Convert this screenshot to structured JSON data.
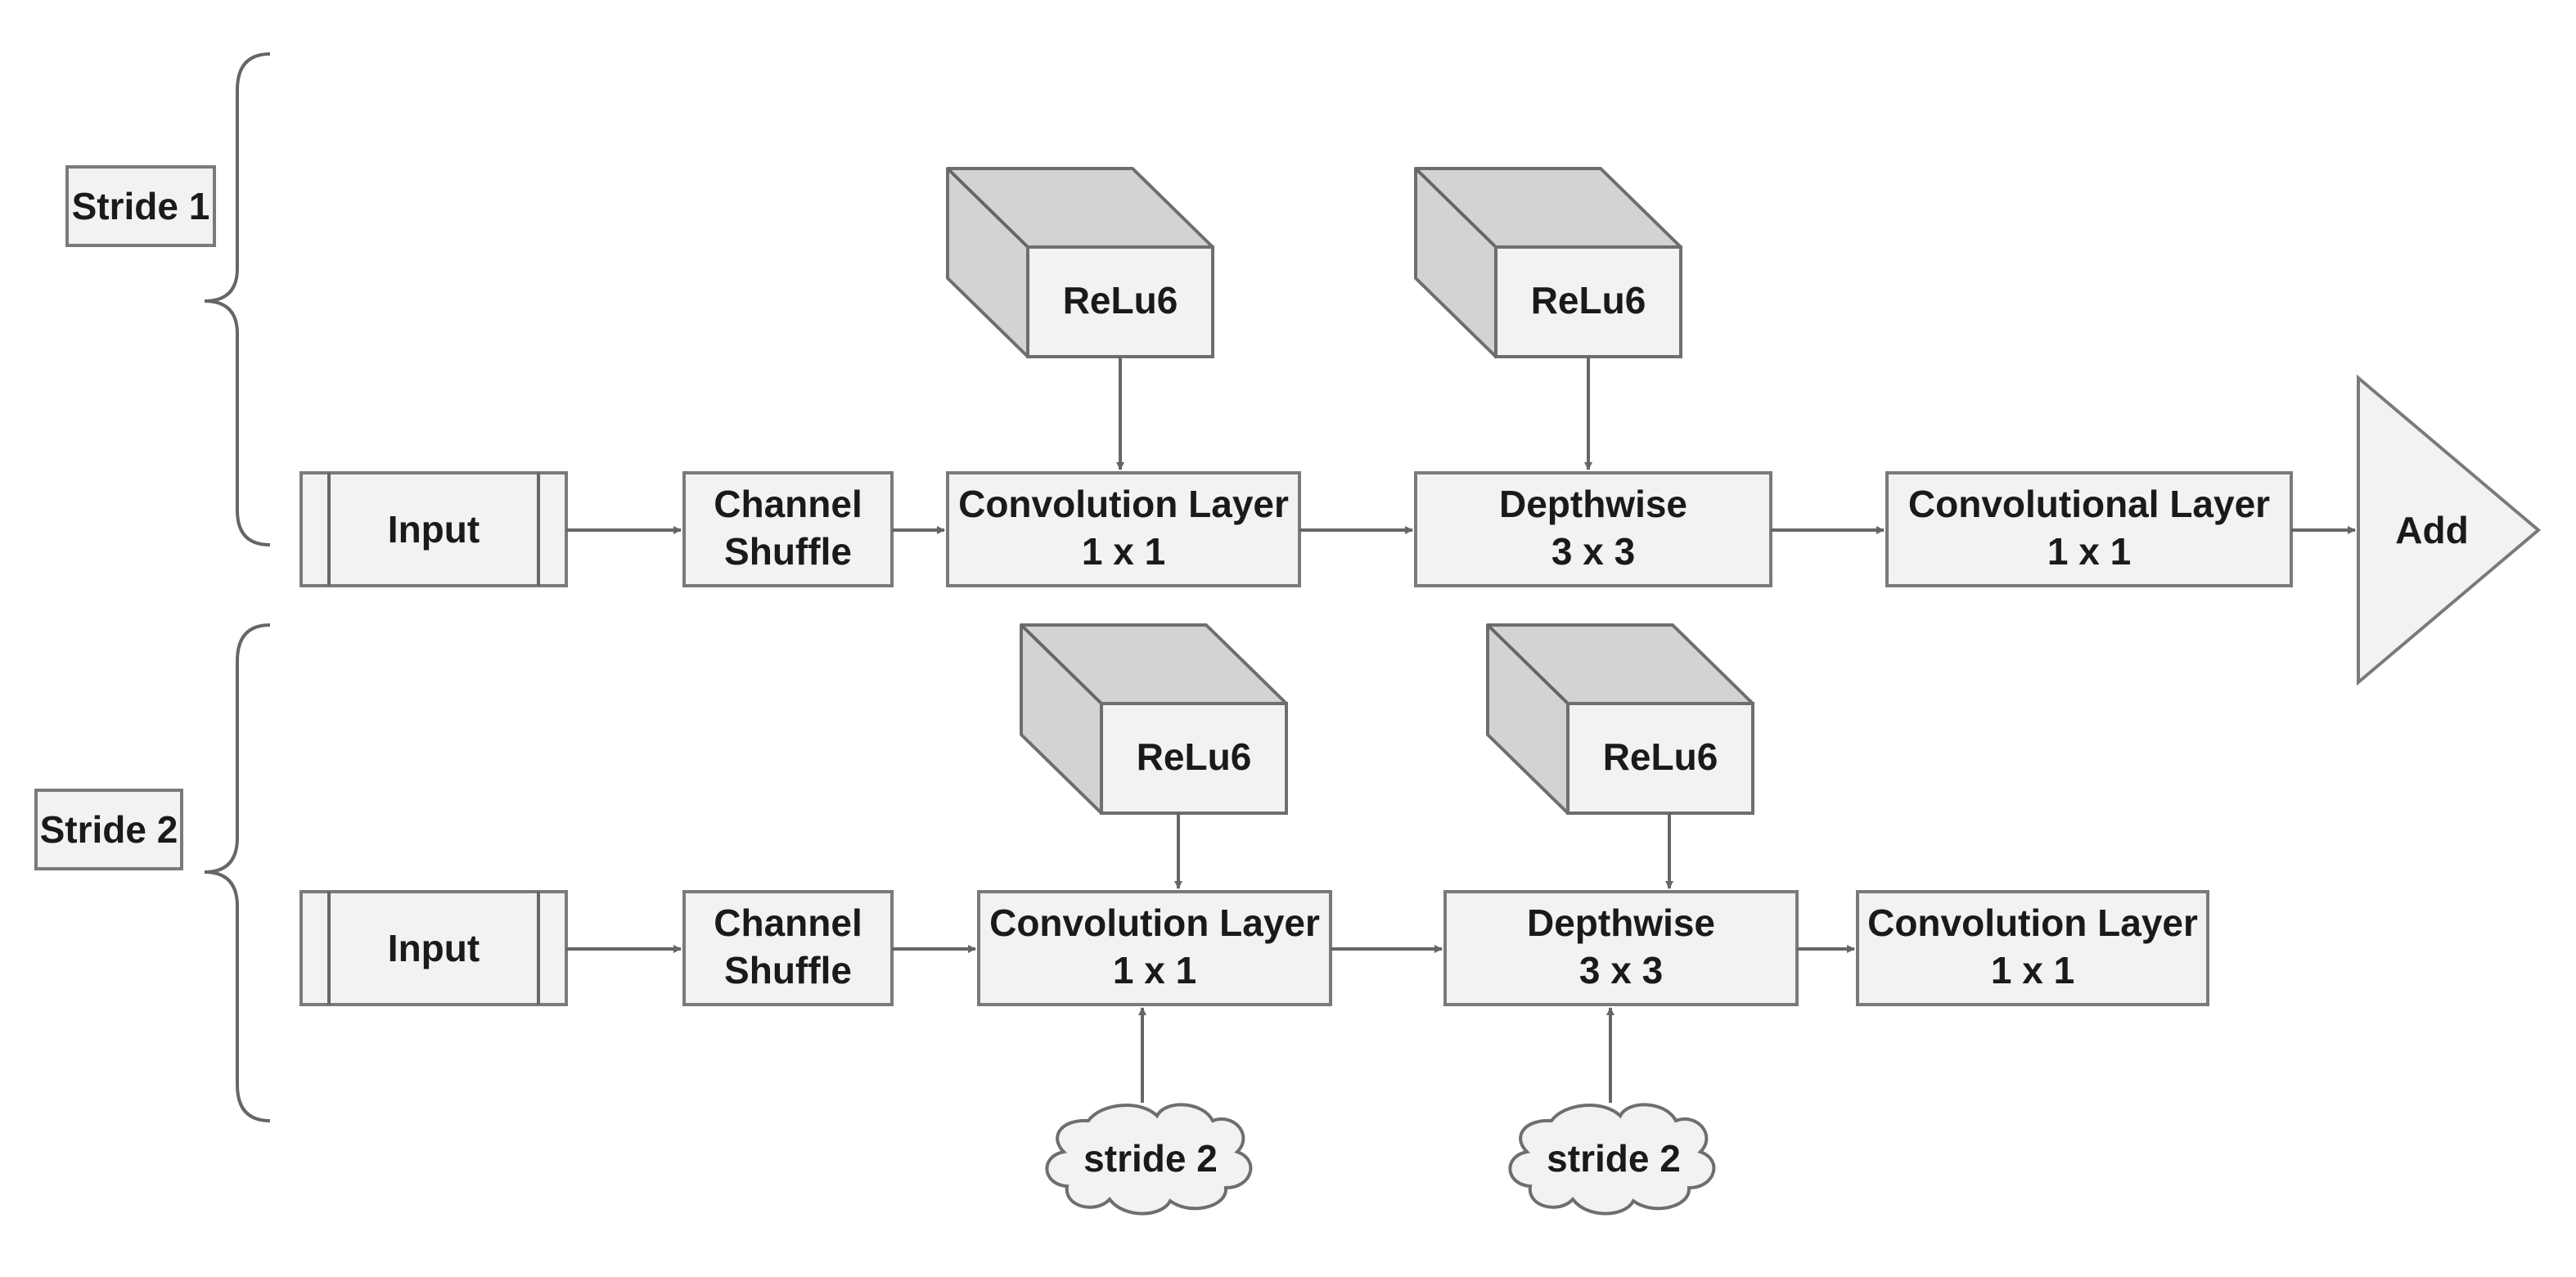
{
  "stride1": {
    "label": "Stride 1",
    "input": "Input",
    "channel_shuffle": [
      "Channel",
      "Shuffle"
    ],
    "relu_a": "ReLu6",
    "relu_b": "ReLu6",
    "conv1": [
      "Convolution Layer",
      "1 x 1"
    ],
    "depthwise": [
      "Depthwise",
      "3 x 3"
    ],
    "conv2": [
      "Convolutional Layer",
      "1 x 1"
    ],
    "add": "Add"
  },
  "stride2": {
    "label": "Stride 2",
    "input": "Input",
    "channel_shuffle": [
      "Channel",
      "Shuffle"
    ],
    "relu_a": "ReLu6",
    "relu_b": "ReLu6",
    "conv1": [
      "Convolution Layer",
      "1 x 1"
    ],
    "depthwise": [
      "Depthwise",
      "3 x 3"
    ],
    "conv2": [
      "Convolution Layer",
      "1 x 1"
    ],
    "stride_a": "stride 2",
    "stride_b": "stride 2"
  }
}
